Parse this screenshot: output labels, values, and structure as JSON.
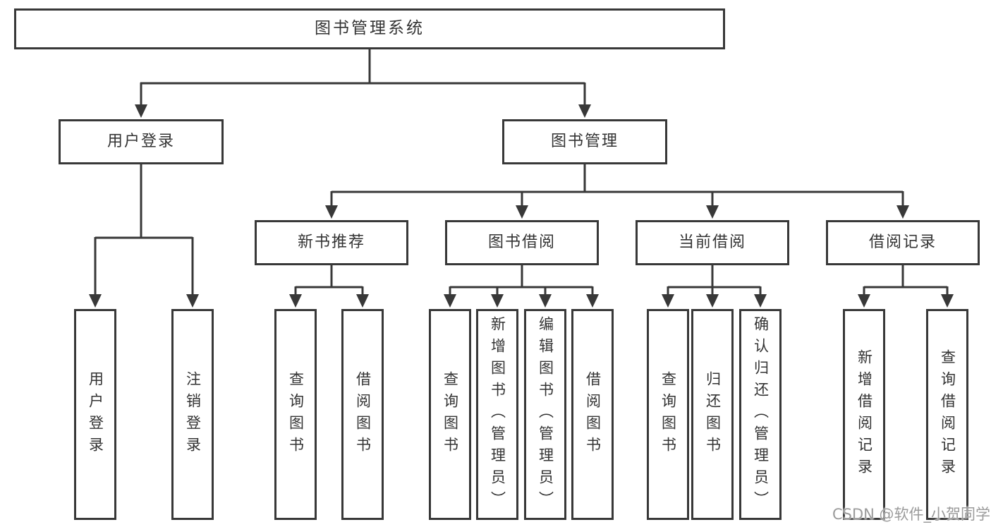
{
  "colors": {
    "line": "#383838",
    "text": "#333333",
    "watermark": "#9b9b9b",
    "background": "#ffffff"
  },
  "nodes": {
    "root": {
      "label": "图书管理系统"
    },
    "branches": [
      {
        "label": "用户登录",
        "children": [
          {
            "label": "用户登录"
          },
          {
            "label": "注销登录"
          }
        ]
      },
      {
        "label": "图书管理",
        "children": [
          {
            "label": "新书推荐",
            "children": [
              {
                "label": "查询图书"
              },
              {
                "label": "借阅图书"
              }
            ]
          },
          {
            "label": "图书借阅",
            "children": [
              {
                "label": "查询图书"
              },
              {
                "label": "新增图书（管理员）"
              },
              {
                "label": "编辑图书（管理员）"
              },
              {
                "label": "借阅图书"
              }
            ]
          },
          {
            "label": "当前借阅",
            "children": [
              {
                "label": "查询图书"
              },
              {
                "label": "归还图书"
              },
              {
                "label": "确认归还（管理员）"
              }
            ]
          },
          {
            "label": "借阅记录",
            "children": [
              {
                "label": "新增借阅记录"
              },
              {
                "label": "查询借阅记录"
              }
            ]
          }
        ]
      }
    ]
  },
  "watermark": {
    "text": "CSDN @软件_小贺同学"
  }
}
